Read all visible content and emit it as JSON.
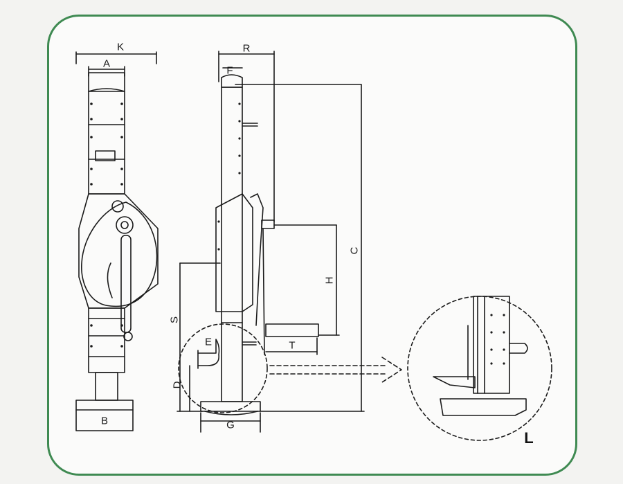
{
  "colors": {
    "frame": "#3f8a52",
    "line": "#1a1a1a",
    "background": "#fbfbfa"
  },
  "labels": {
    "K": "K",
    "A": "A",
    "B": "B",
    "R": "R",
    "F": "F",
    "C": "C",
    "H": "H",
    "T": "T",
    "S": "S",
    "E": "E",
    "D": "D",
    "G": "G",
    "L": "L"
  }
}
